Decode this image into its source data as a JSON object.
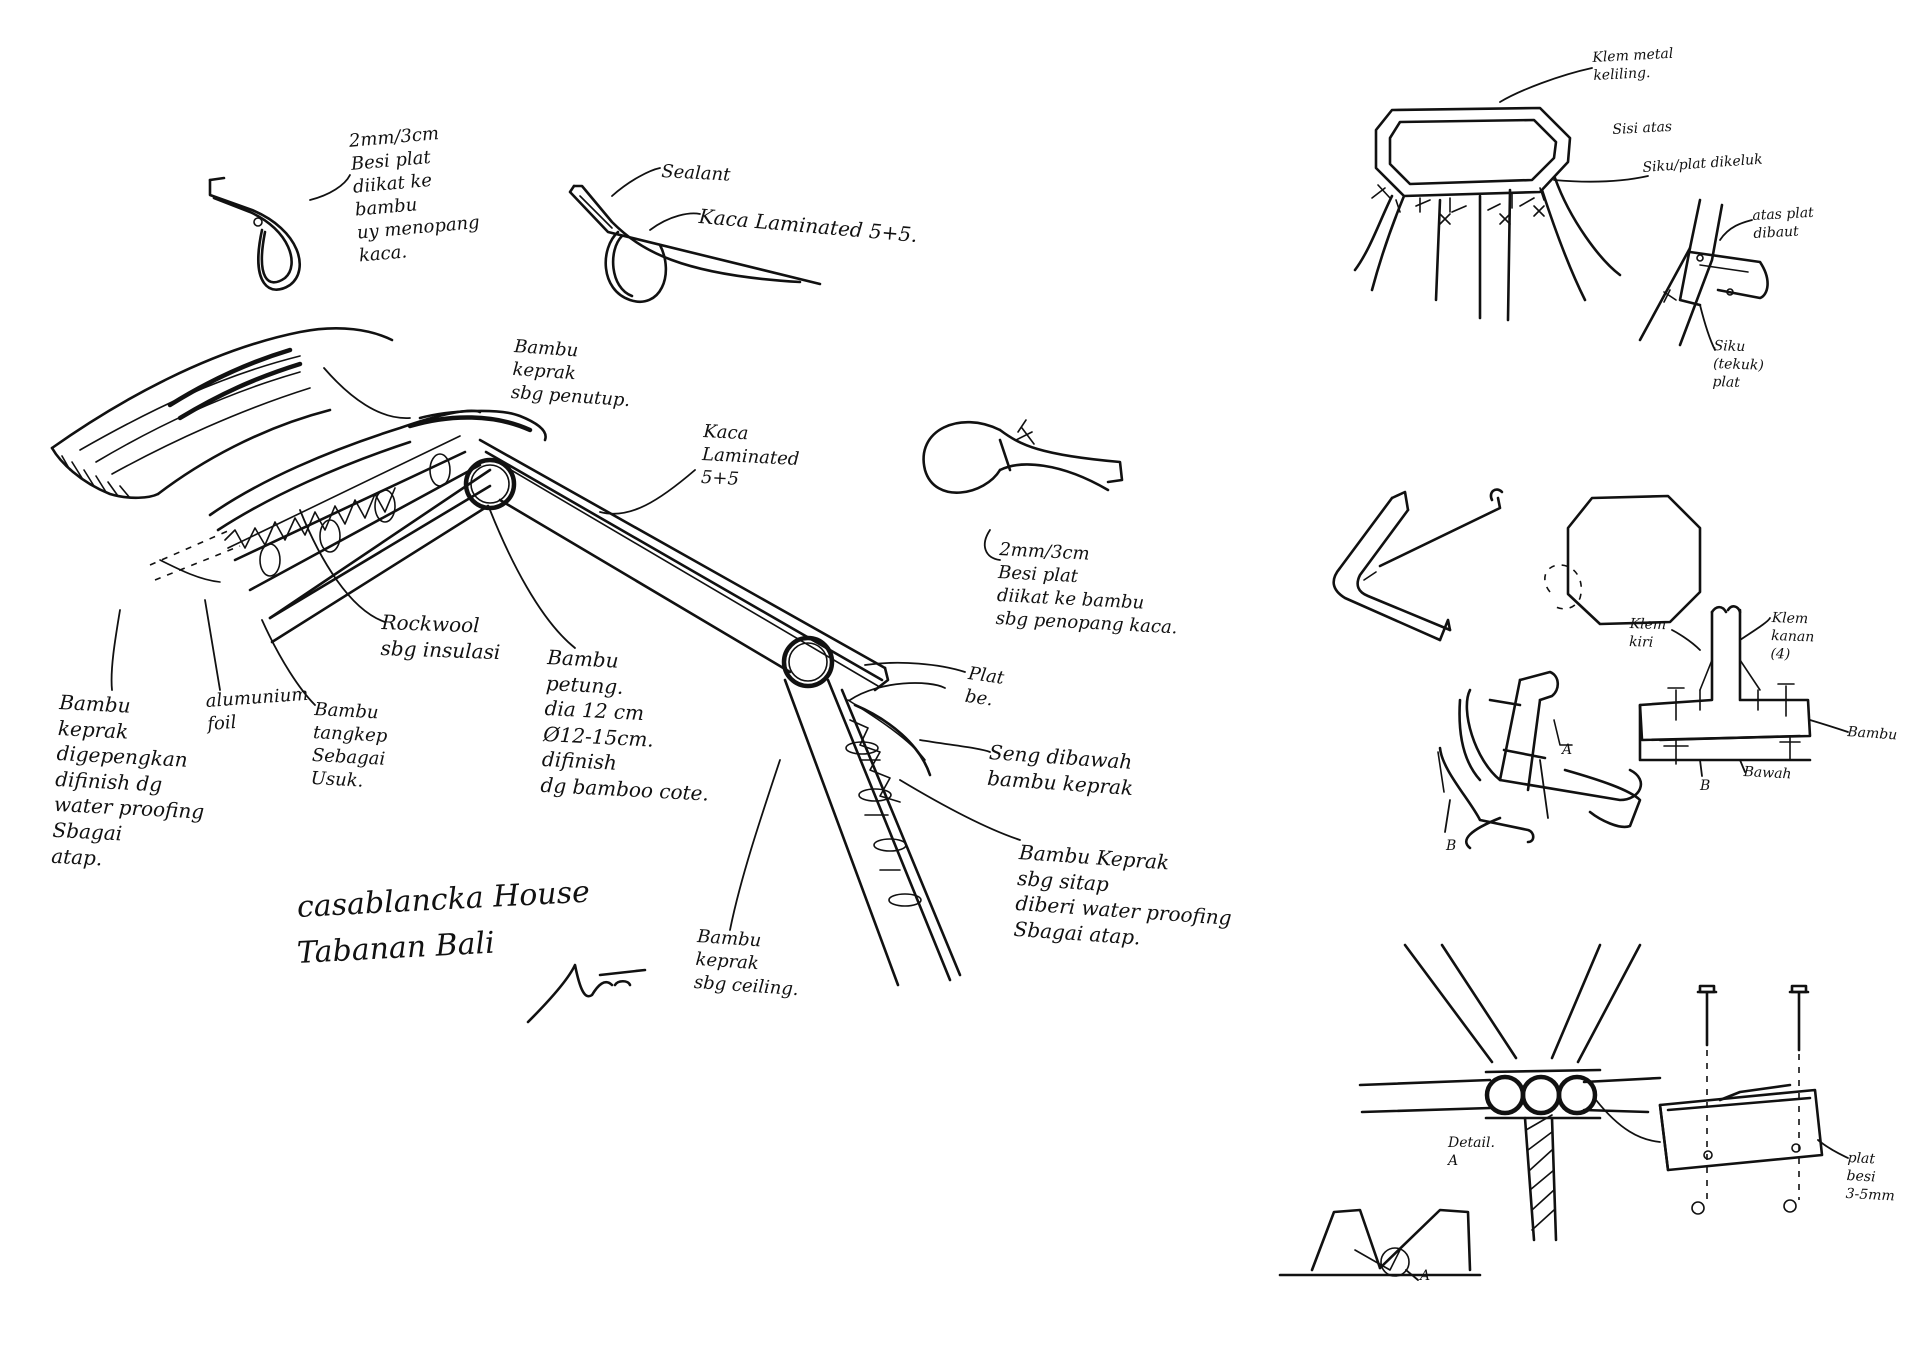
{
  "title": {
    "line1": "casablancka House",
    "line2": "Tabanan Bali"
  },
  "main_labels": {
    "bambu_keprak_penutup": "Bambu\nkeprak\nsbg penutup.",
    "kaca_laminated": "Kaca\nLaminated\n5+5",
    "rockwool": "Rockwool\nsbg insulasi",
    "bambu_petung": "Bambu\npetung.\ndia 12 cm\nØ12-15cm.\ndifinish\ndg bamboo cote.",
    "bambu_keprak_atap": "Bambu\nkeprak\ndigepengkan\ndifinish dg\nwater proofing\nSbagai\natap.",
    "aluminium_foil": "alumunium\nfoil",
    "bambu_tangkep": "Bambu\ntangkep\nSebagai\nUsuk.",
    "plat_besi": "Plat\nbe.",
    "seng": "Seng dibawah\nbambu keprak",
    "bambu_keprak_sitap": "Bambu Keprak\nsbg sitap\ndiberi water proofing\nSbagai atap.",
    "bambu_keprak_ceiling": "Bambu\nkeprak\nsbg ceiling."
  },
  "clip_details": {
    "plate_top": "2mm/3cm\nBesi plat\ndiikat ke\nbambu\nuy menopang\nkaca.",
    "sealant": "Sealant",
    "kaca_top": "Kaca Laminated 5+5.",
    "plate_right": "2mm/3cm\nBesi plat\ndiikat ke bambu\nsbg penopang kaca."
  },
  "right_details": {
    "klem_metal": "Klem metal\nkeliling.",
    "sisi_atas": "Sisi atas",
    "siku_plat": "Siku/plat dikeluk",
    "atas_plat": "atas plat\ndibaut",
    "siku_tekuk": "Siku\n(tekuk)\nplat",
    "klem_kiri": "Klem\nkiri",
    "klem_kanan": "Klem\nkanan\n(4)",
    "bambu_right": "Bambu",
    "bawah": "Bawah",
    "marker_a": "A",
    "marker_b": "B",
    "marker_c": "B",
    "detail_a": "Detail.\nA",
    "plat_besi_bottom": "plat\nbesi\n3-5mm",
    "marker_a2": "A"
  },
  "signature_text": "Sudi"
}
